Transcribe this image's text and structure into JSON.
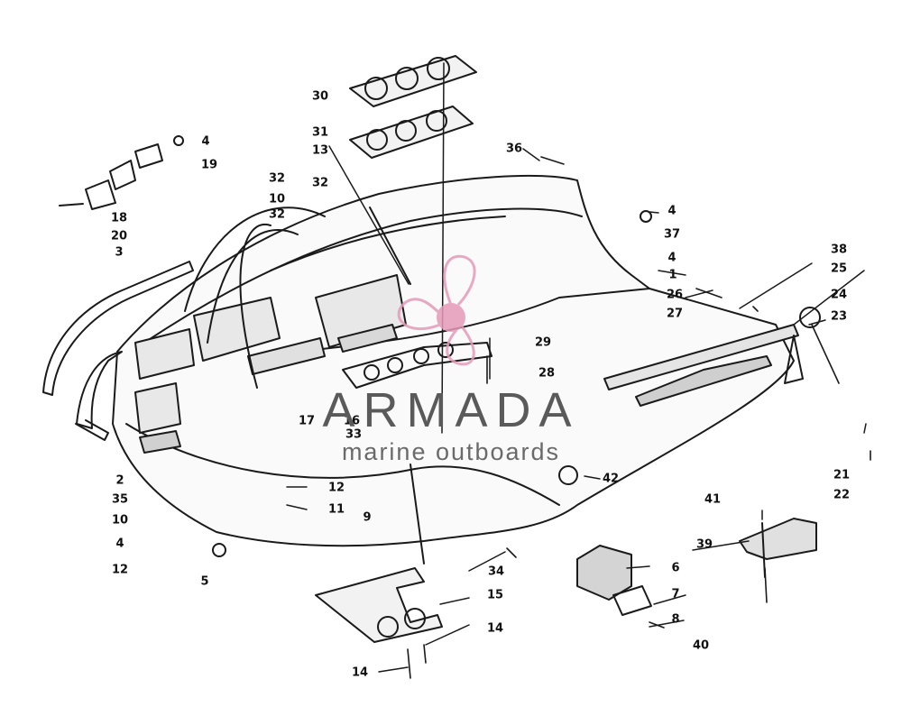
{
  "watermark": {
    "brand": "ARMADA",
    "tagline": "marine outboards",
    "logo_icon": "propeller-logo-icon",
    "logo_color": "#e59ab8"
  },
  "callouts": [
    "30",
    "31",
    "13",
    "4",
    "19",
    "18",
    "20",
    "3",
    "32",
    "10",
    "32",
    "32",
    "36",
    "4",
    "37",
    "38",
    "1",
    "4",
    "25",
    "26",
    "24",
    "23",
    "27",
    "29",
    "28",
    "21",
    "22",
    "17",
    "16",
    "33",
    "42",
    "2",
    "35",
    "10",
    "4",
    "12",
    "12",
    "11",
    "9",
    "5",
    "34",
    "15",
    "14",
    "14",
    "6",
    "7",
    "8",
    "41",
    "39",
    "40"
  ]
}
